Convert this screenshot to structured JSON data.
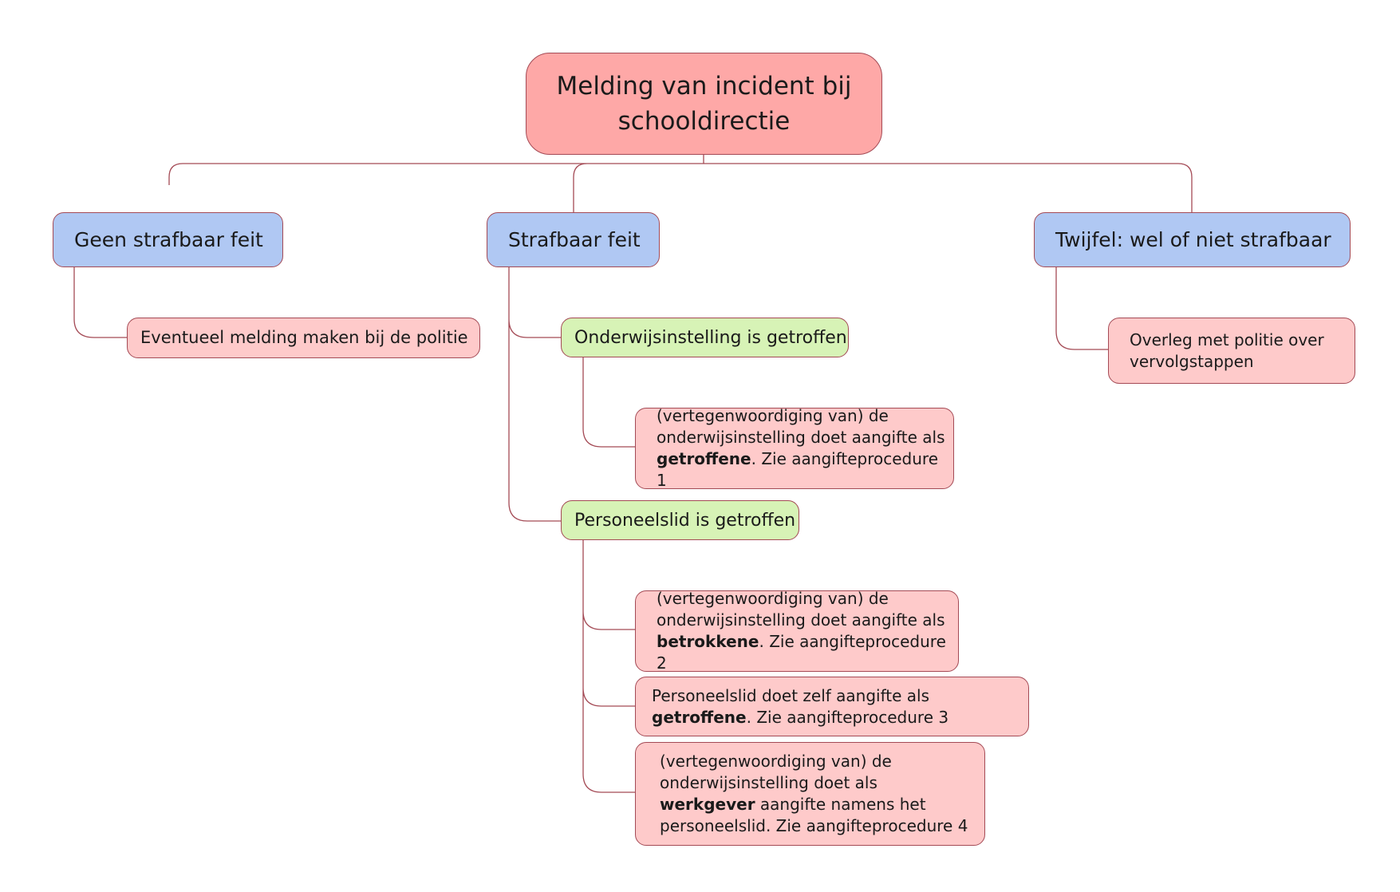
{
  "diagram": {
    "root": {
      "label": "Melding van incident bij schooldirectie"
    },
    "branches": {
      "geen": {
        "label": "Geen strafbaar feit",
        "leaf": "Eventueel melding maken bij de politie"
      },
      "strafbaar": {
        "label": "Strafbaar feit",
        "onderwijs": {
          "label": "Onderwijsinstelling is getroffen",
          "leaf1": {
            "before": "(vertegenwoordiging van) de onderwijsinstelling doet aangifte als ",
            "bold": "getroffene",
            "after": ". Zie aangifteprocedure 1"
          }
        },
        "personeel": {
          "label": "Personeelslid is getroffen",
          "leaf2": {
            "before": "(vertegenwoordiging van) de onderwijsinstelling doet aangifte als ",
            "bold": "betrokkene",
            "after": ". Zie aangifteprocedure 2"
          },
          "leaf3": {
            "before": "Personeelslid doet zelf aangifte als ",
            "bold": "getroffene",
            "after": ". Zie aangifteprocedure 3"
          },
          "leaf4": {
            "before": "(vertegenwoordiging van) de onderwijsinstelling doet als ",
            "bold": "werkgever",
            "after": " aangifte namens het personeelslid. Zie aangifteprocedure 4"
          }
        }
      },
      "twijfel": {
        "label": "Twijfel: wel of niet strafbaar",
        "leaf": "Overleg met politie over vervolgstappen"
      }
    },
    "colors": {
      "root": "#fea8a7",
      "level1": "#b0c8f3",
      "level2": "#d7f3b6",
      "leaf": "#fecaca",
      "connector": "#a44a55"
    }
  }
}
